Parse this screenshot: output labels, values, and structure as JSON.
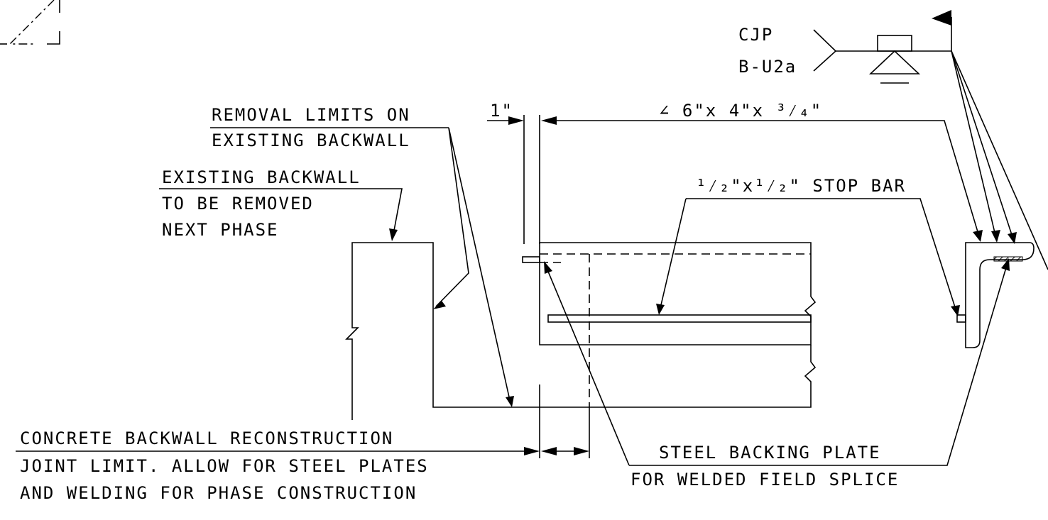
{
  "weld": {
    "line1": "CJP",
    "line2": "B-U2a"
  },
  "dims": {
    "one_inch": "1\"",
    "angle": "∠ 6\"x 4\"x ³⁄₄\"",
    "stop_bar": "¹⁄₂\"x¹⁄₂\" STOP BAR"
  },
  "labels": {
    "removal_1": "REMOVAL LIMITS ON",
    "removal_2": "EXISTING BACKWALL",
    "existing_1": "EXISTING BACKWALL",
    "existing_2": "TO BE REMOVED",
    "existing_3": "NEXT PHASE",
    "concrete_1": "CONCRETE BACKWALL RECONSTRUCTION",
    "concrete_2": "JOINT LIMIT. ALLOW FOR STEEL PLATES",
    "concrete_3": "AND WELDING FOR PHASE CONSTRUCTION",
    "plate_1": "STEEL BACKING PLATE",
    "plate_2": "FOR WELDED FIELD SPLICE"
  }
}
